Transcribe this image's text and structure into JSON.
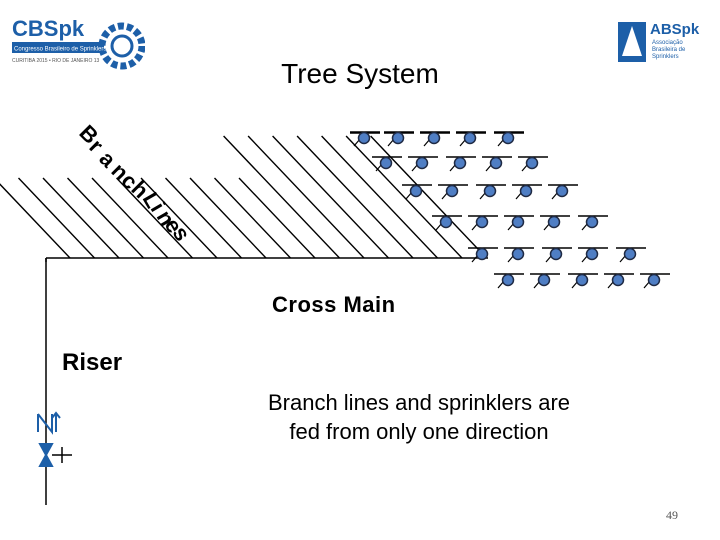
{
  "logos": {
    "left": {
      "name": "CBSpk",
      "line1": "Congresso Brasileiro de Sprinklers",
      "line2": "CURITIBA 2015 • RIO DE JANEIRO 13"
    },
    "right": {
      "name": "ABSpk",
      "line1": "Associação",
      "line2": "Brasileira de",
      "line3": "Sprinklers"
    }
  },
  "title": "Tree System",
  "labels": {
    "branch_lines": [
      "B",
      "r",
      "a",
      "n",
      "c",
      "h",
      " ",
      "L",
      "i",
      "n",
      "e",
      "s"
    ],
    "cross_main": "Cross Main",
    "riser": "Riser",
    "caption_line1": "Branch lines and sprinklers are",
    "caption_line2": "fed from only one direction"
  },
  "page_number": "49",
  "colors": {
    "line": "#000000",
    "sprinkler": "#4f7ec4",
    "sprinkler_outline": "#1f2a44",
    "logo_blue": "#1d5fa8"
  }
}
